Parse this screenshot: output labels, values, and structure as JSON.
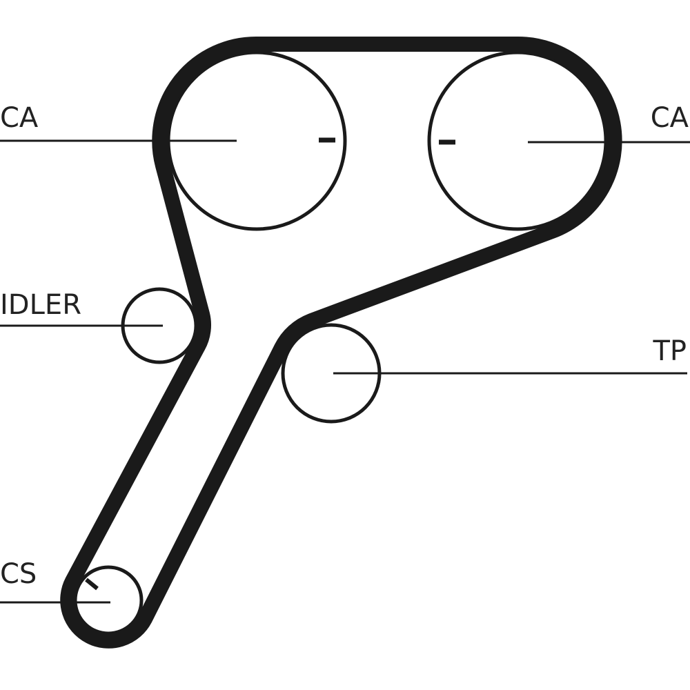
{
  "labels": {
    "cam_left": "CA",
    "cam_right": "CA",
    "idler": "IDLER",
    "tensioner": "TP",
    "crankshaft": "CS"
  },
  "colors": {
    "belt": "#1a1a1a",
    "line": "#1a1a1a",
    "text": "#222222"
  }
}
